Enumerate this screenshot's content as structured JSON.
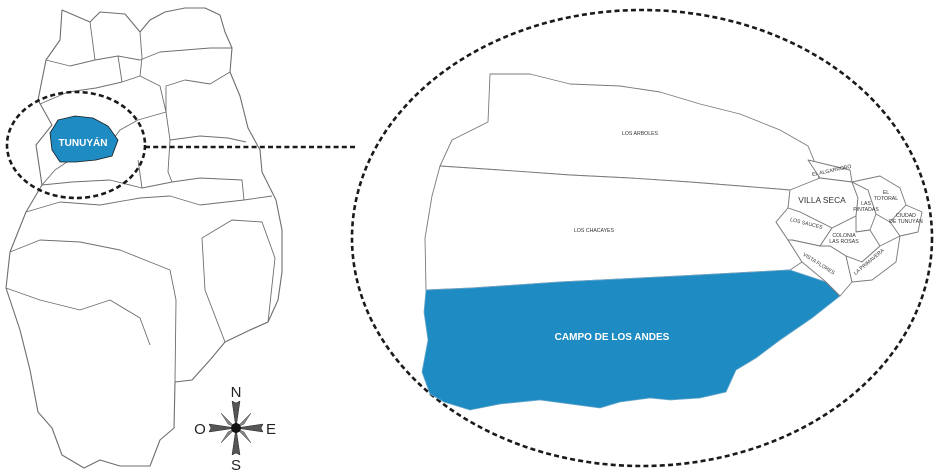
{
  "colors": {
    "highlight": "#1e8bc3",
    "outline": "#6e6e6e",
    "callout": "#1a1a1a",
    "highlight_label": "#ffffff"
  },
  "overview": {
    "highlight_label": "TUNUYÁN"
  },
  "inset": {
    "districts": {
      "los_arboles": "LOS ARBOLES",
      "los_chacayes": "LOS CHACAYES",
      "campo_de_los_andes": "CAMPO DE LOS ANDES",
      "el_algarrobo": "EL ALGARROBO",
      "villa_seca": "VILLA SECA",
      "las_pintadas": "LAS PINTADAS",
      "el_totoral": "EL TOTORAL",
      "ciudad_de_tunuyan": "CIUDAD DE TUNUYÁN",
      "los_sauces": "LOS SAUCES",
      "colonia_las_rosas": "COLONIA LAS ROSAS",
      "vista_flores": "VISTA FLORES",
      "la_primavera": "LA PRIMAVERA"
    }
  },
  "compass": {
    "north": "N",
    "south": "S",
    "east": "E",
    "west": "O"
  }
}
